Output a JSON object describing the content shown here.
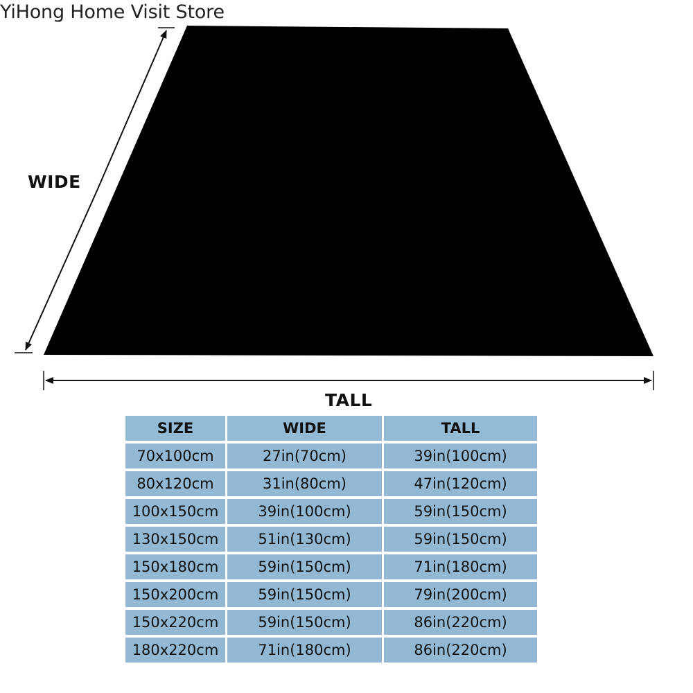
{
  "store": {
    "name": "YiHong Home Visit Store"
  },
  "diagram": {
    "shape_color": "#000000",
    "wide_label": "WIDE",
    "tall_label": "TALL"
  },
  "size_table": {
    "header_color": "#94bbd6",
    "cell_color": "#92b8d3",
    "headers": [
      "SIZE",
      "WIDE",
      "TALL"
    ],
    "rows": [
      [
        "70x100cm",
        "27in(70cm)",
        "39in(100cm)"
      ],
      [
        "80x120cm",
        "31in(80cm)",
        "47in(120cm)"
      ],
      [
        "100x150cm",
        "39in(100cm)",
        "59in(150cm)"
      ],
      [
        "130x150cm",
        "51in(130cm)",
        "59in(150cm)"
      ],
      [
        "150x180cm",
        "59in(150cm)",
        "71in(180cm)"
      ],
      [
        "150x200cm",
        "59in(150cm)",
        "79in(200cm)"
      ],
      [
        "150x220cm",
        "59in(150cm)",
        "86in(220cm)"
      ],
      [
        "180x220cm",
        "71in(180cm)",
        "86in(220cm)"
      ]
    ]
  }
}
